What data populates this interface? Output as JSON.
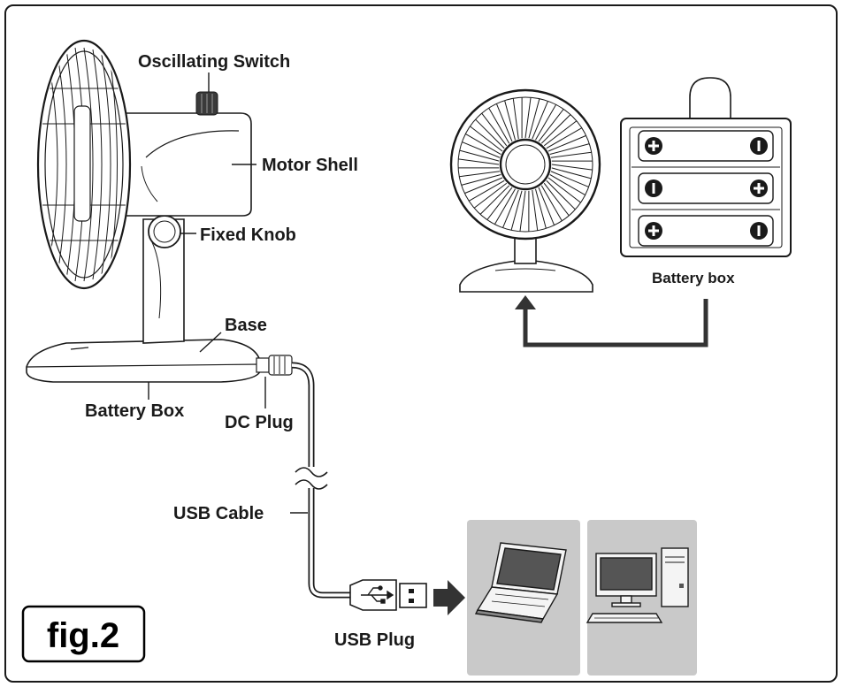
{
  "figure_label": "fig.2",
  "labels": {
    "oscillating_switch": "Oscillating Switch",
    "motor_shell": "Motor Shell",
    "fixed_knob": "Fixed Knob",
    "base": "Base",
    "battery_box": "Battery Box",
    "dc_plug": "DC Plug",
    "usb_cable": "USB Cable",
    "usb_plug": "USB Plug",
    "battery_box_inset": "Battery box"
  },
  "colors": {
    "line": "#1a1a1a",
    "panel_bg": "#c9c9c9",
    "arrow": "#333333"
  },
  "icons": [
    "fan-icon",
    "battery-box-icon",
    "laptop-icon",
    "desktop-computer-icon",
    "usb-symbol-icon"
  ]
}
